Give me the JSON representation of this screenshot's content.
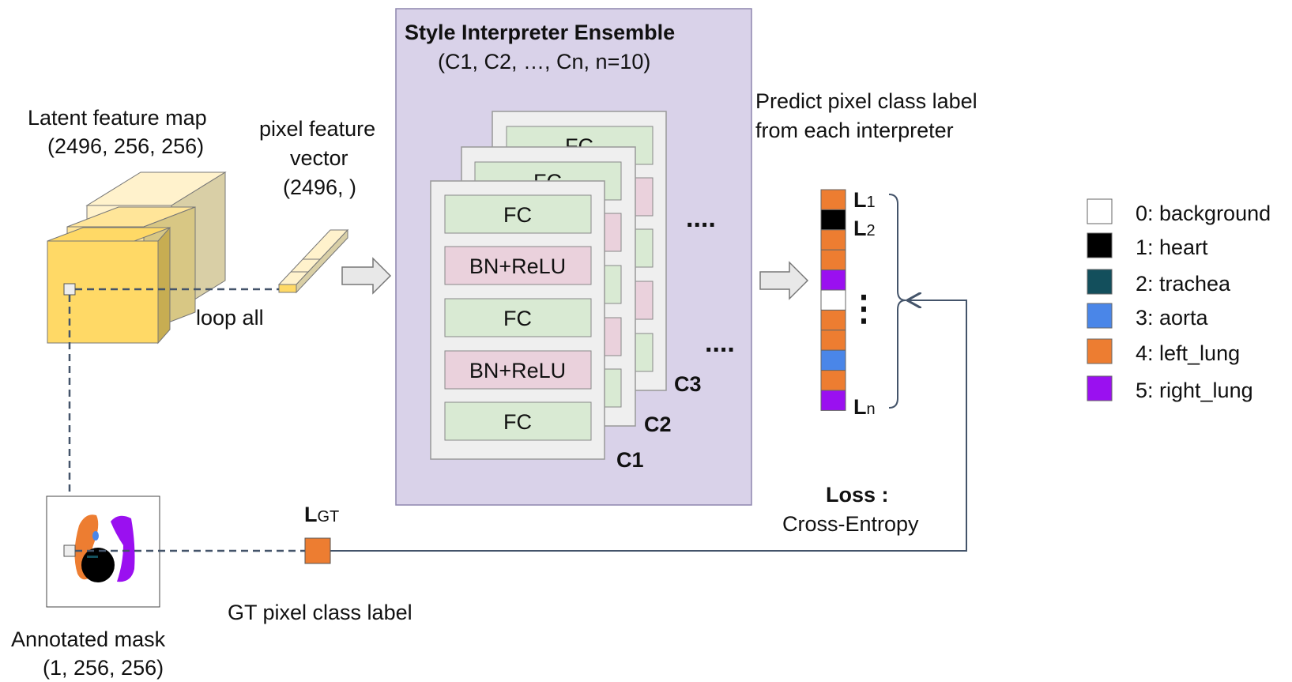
{
  "latent_map": {
    "title": "Latent feature map",
    "shape": "(2496, 256, 256)",
    "loop_label": "loop all"
  },
  "pixel_vector": {
    "line1": "pixel feature",
    "line2": "vector",
    "shape": "(2496, )"
  },
  "ensemble": {
    "title": "Style Interpreter Ensemble",
    "subtitle": "(C1, C2, …, Cn, n=10)",
    "layers": [
      "FC",
      "BN+ReLU",
      "FC",
      "BN+ReLU",
      "FC"
    ],
    "peek_label_top": "FC",
    "peek_label_mid": "FC",
    "classifiers": [
      "C1",
      "C2",
      "C3"
    ],
    "dots_upper": "....",
    "dots_lower": "...."
  },
  "predict": {
    "line1": "Predict pixel class label",
    "line2": "from each interpreter"
  },
  "label_stack": {
    "colors": [
      "#ed7d31",
      "#000000",
      "#ed7d31",
      "#ed7d31",
      "#9a10f0",
      "#ffffff",
      "#ed7d31",
      "#ed7d31",
      "#4a86e8",
      "#ed7d31",
      "#9a10f0"
    ],
    "labels": [
      {
        "main": "L",
        "sub": "1"
      },
      {
        "main": "L",
        "sub": "2"
      },
      {
        "main": "L",
        "sub": "n"
      }
    ],
    "vdots": "⋮"
  },
  "loss": {
    "title": "Loss :",
    "name": "Cross-Entropy"
  },
  "gt": {
    "label_main": "L",
    "label_sub": "GT",
    "caption": "GT pixel class label",
    "color": "#ed7d31"
  },
  "mask": {
    "title": "Annotated mask",
    "shape": "(1, 256, 256)"
  },
  "legend": [
    {
      "label": "0: background",
      "color": "#ffffff"
    },
    {
      "label": "1: heart",
      "color": "#000000"
    },
    {
      "label": "2: trachea",
      "color": "#134f5c"
    },
    {
      "label": "3: aorta",
      "color": "#4a86e8"
    },
    {
      "label": "4: left_lung",
      "color": "#ed7d31"
    },
    {
      "label": "5: right_lung",
      "color": "#9a10f0"
    }
  ]
}
